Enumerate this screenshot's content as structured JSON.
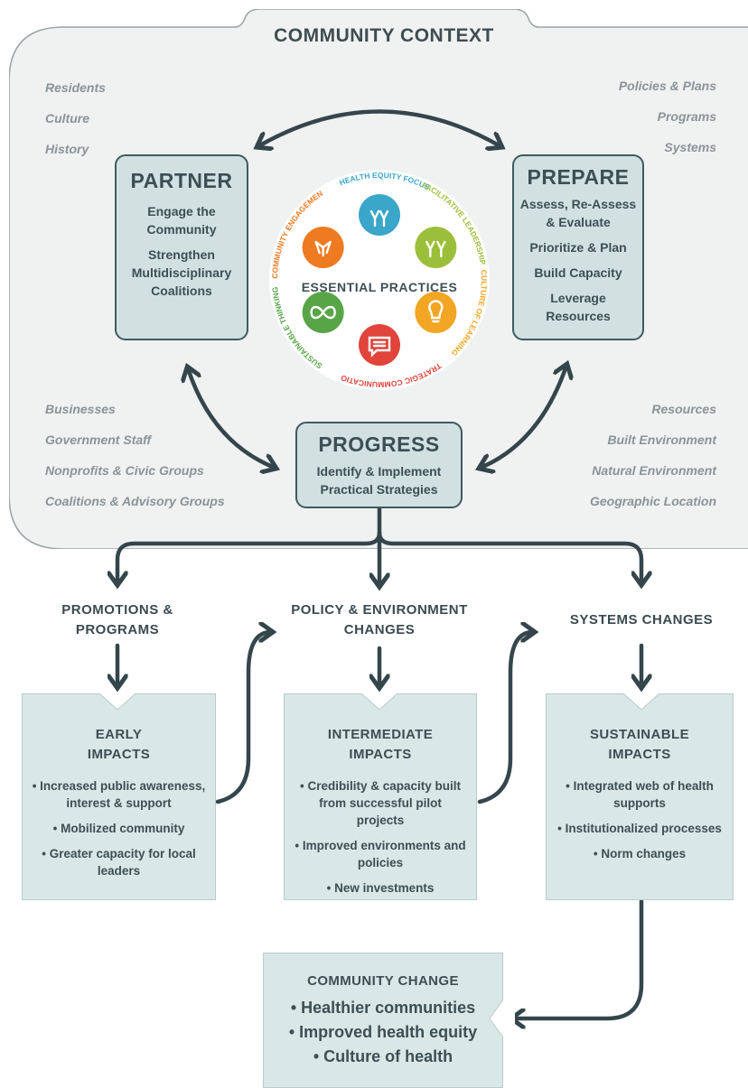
{
  "context": {
    "title": "COMMUNITY CONTEXT",
    "left_top": [
      "Residents",
      "Culture",
      "History"
    ],
    "right_top": [
      "Policies & Plans",
      "Programs",
      "Systems"
    ],
    "left_bottom": [
      "Businesses",
      "Government Staff",
      "Nonprofits & Civic Groups",
      "Coalitions & Advisory Groups"
    ],
    "right_bottom": [
      "Resources",
      "Built Environment",
      "Natural Environment",
      "Geographic Location"
    ]
  },
  "partner": {
    "title": "PARTNER",
    "items": [
      "Engage the Community",
      "Strengthen Multidisciplinary Coalitions"
    ]
  },
  "prepare": {
    "title": "PREPARE",
    "items": [
      "Assess, Re-Assess & Evaluate",
      "Prioritize & Plan",
      "Build Capacity",
      "Leverage Resources"
    ]
  },
  "progress": {
    "title": "PROGRESS",
    "items": [
      "Identify & Implement Practical Strategies"
    ]
  },
  "essential": {
    "title": "ESSENTIAL PRACTICES",
    "practices": [
      {
        "label": "HEALTH EQUITY FOCUS",
        "color": "#3aa6c9",
        "icon": "people-raised-arms-icon"
      },
      {
        "label": "FACILITATIVE LEADERSHIP",
        "color": "#9cbf3b",
        "icon": "group-cheer-icon"
      },
      {
        "label": "CULTURE OF LEARNING",
        "color": "#f2a623",
        "icon": "lightbulb-icon"
      },
      {
        "label": "STRATEGIC COMMUNICATION",
        "color": "#e0443a",
        "icon": "chat-bubble-icon"
      },
      {
        "label": "SUSTAINABLE THINKING",
        "color": "#58a548",
        "icon": "infinity-icon"
      },
      {
        "label": "COMMUNITY ENGAGEMENT",
        "color": "#ee7a22",
        "icon": "network-icon"
      }
    ]
  },
  "stages": {
    "promotions": "PROMOTIONS & PROGRAMS",
    "policy": "POLICY & ENVIRONMENT CHANGES",
    "systems": "SYSTEMS CHANGES"
  },
  "impacts": [
    {
      "title": "EARLY IMPACTS",
      "items": [
        "• Increased public awareness, interest & support",
        "• Mobilized community",
        "• Greater capacity for local leaders"
      ]
    },
    {
      "title": "INTERMEDIATE IMPACTS",
      "items": [
        "• Credibility & capacity built from successful pilot projects",
        "• Improved environments and policies",
        "• New investments"
      ]
    },
    {
      "title": "SUSTAINABLE IMPACTS",
      "items": [
        "• Integrated web of health supports",
        "• Institutionalized processes",
        "• Norm changes"
      ]
    }
  ],
  "community_change": {
    "title": "COMMUNITY CHANGE",
    "items": [
      "• Healthier communities",
      "• Improved health equity",
      "• Culture of health"
    ]
  }
}
